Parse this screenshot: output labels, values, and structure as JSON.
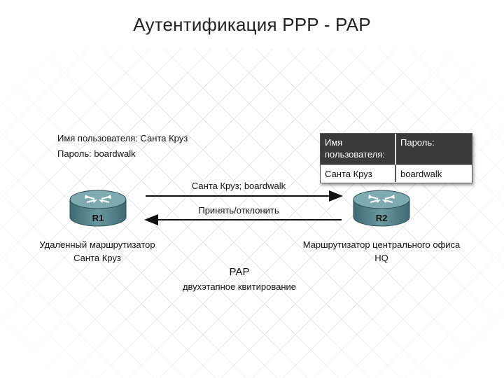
{
  "title": "Аутентификация PPP - PAP",
  "r1": {
    "label": "R1",
    "caption_line1": "Удаленный маршрутизатор",
    "caption_line2": "Санта Круз",
    "username_line": "Имя пользователя: Санта Круз",
    "password_line": "Пароль: boardwalk"
  },
  "r2": {
    "label": "R2",
    "caption_line1": "Маршрутизатор центрального офиса",
    "caption_line2": "HQ"
  },
  "arrows": {
    "forward_label": "Санта Круз; boardwalk",
    "back_label": "Принять/отклонить"
  },
  "credentials_table": {
    "header_col1": "Имя пользователя:",
    "header_col2": "Пароль:",
    "row_col1": "Санта Круз",
    "row_col2": "boardwalk"
  },
  "protocol": {
    "name": "PAP",
    "description": "двухэтапное квитирование"
  },
  "colors": {
    "router_body": "#4e7c85",
    "router_top": "#6d9aa3",
    "table_header": "#3a3a3a"
  }
}
